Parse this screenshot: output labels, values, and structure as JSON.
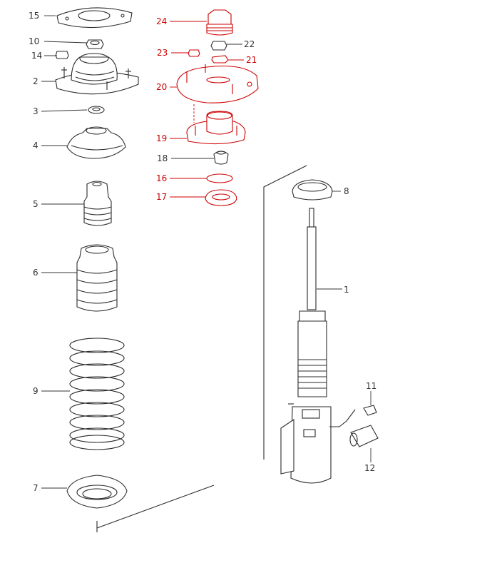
{
  "callouts": {
    "c1": "1",
    "c2": "2",
    "c3": "3",
    "c4": "4",
    "c5": "5",
    "c6": "6",
    "c7": "7",
    "c8": "8",
    "c9": "9",
    "c10": "10",
    "c11": "11",
    "c12": "12",
    "c14": "14",
    "c15": "15",
    "c16": "16",
    "c17": "17",
    "c18": "18",
    "c19": "19",
    "c20": "20",
    "c21": "21",
    "c22": "22",
    "c23": "23",
    "c24": "24"
  },
  "colors": {
    "ink": "#2b2b2b",
    "highlight": "#cc0000",
    "background": "#ffffff"
  }
}
